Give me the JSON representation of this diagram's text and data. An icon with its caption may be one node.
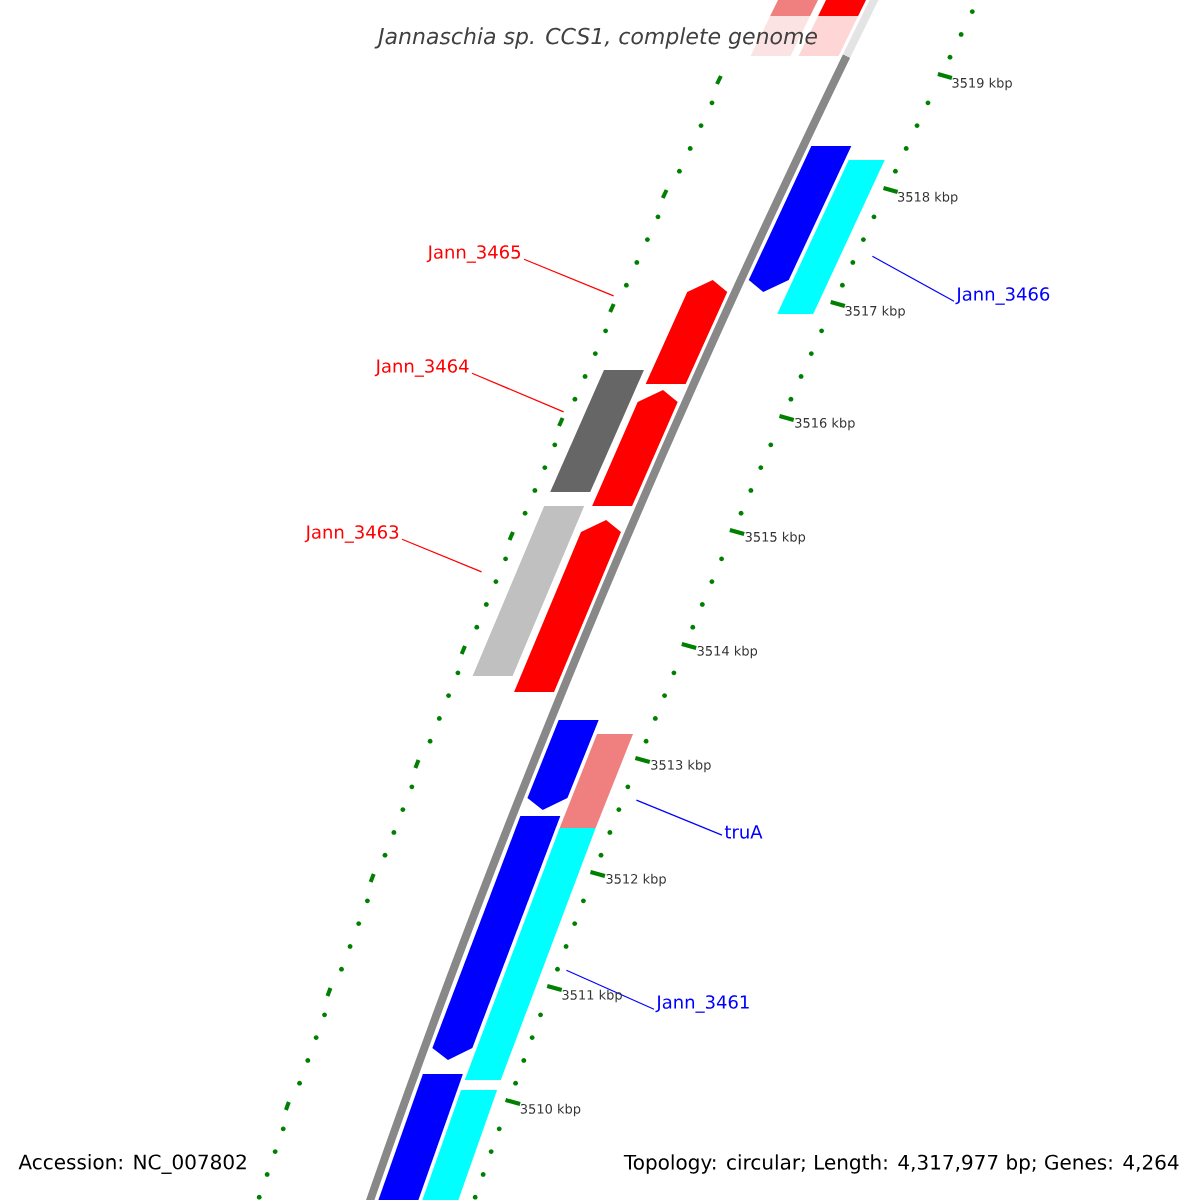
{
  "diagram": {
    "title": "Jannaschia sp. CCS1, complete genome",
    "nodes": [
      {
        "text": [
          "Jann_3465"
        ]
      },
      {
        "text": [],
        "shape": "bar"
      },
      {
        "text": [
          "Jann_3464"
        ]
      },
      {
        "text": [],
        "shape": "bar"
      },
      {
        "text": [
          "Jann_3463"
        ]
      },
      {
        "text": [],
        "shape": "bar"
      },
      {
        "text": [
          "Jann_3466"
        ]
      },
      {
        "text": [],
        "shape": "bar"
      },
      {
        "text": [
          "truA"
        ]
      },
      {
        "text": [],
        "shape": "bar"
      },
      {
        "text": [
          "Jann_3461"
        ]
      },
      {
        "text": [],
        "shape": "bar"
      }
    ],
    "edges": [
      {
        "from": 0,
        "to": 1,
        "arrow": "none",
        "color": "#ff0000"
      },
      {
        "from": 2,
        "to": 3,
        "arrow": "none",
        "color": "#ff0000"
      },
      {
        "from": 4,
        "to": 5,
        "arrow": "none",
        "color": "#ff0000"
      },
      {
        "from": 6,
        "to": 7,
        "arrow": "none",
        "color": "#0000ff"
      },
      {
        "from": 8,
        "to": 9,
        "arrow": "none",
        "color": "#0000ff"
      },
      {
        "from": 10,
        "to": 11,
        "arrow": "none",
        "color": "#0000ff"
      }
    ],
    "labels": [
      "3519 kbp",
      "3518 kbp",
      "3517 kbp",
      "3516 kbp",
      "3515 kbp",
      "3514 kbp",
      "3513 kbp",
      "3512 kbp",
      "3511 kbp",
      "3510 kbp",
      "Accession: NC_007802",
      "Topology: circular; Length: 4,317,977 bp; Genes: 4,264"
    ]
  }
}
